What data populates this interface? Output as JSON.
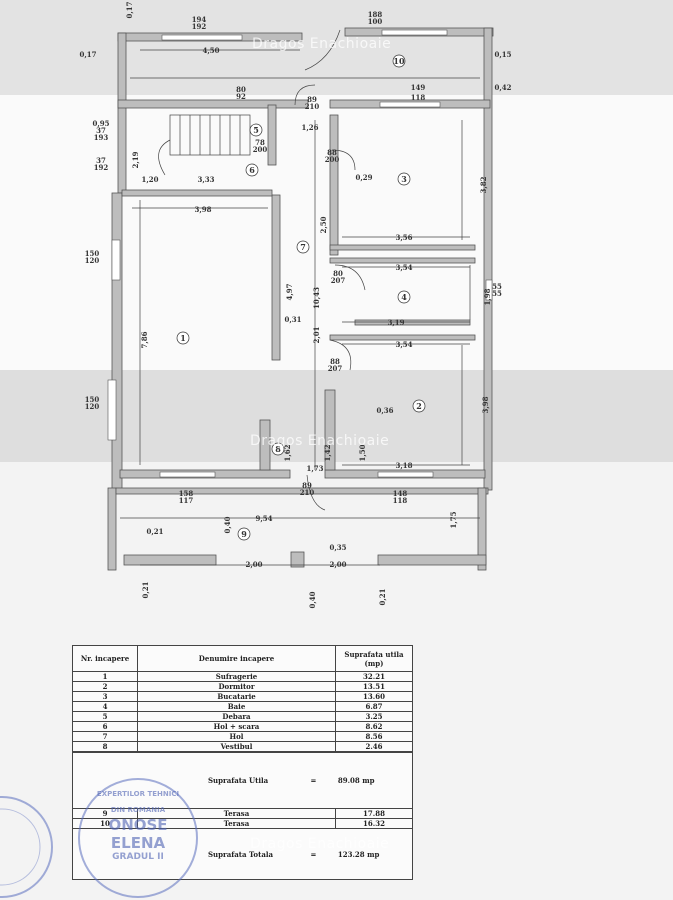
{
  "watermark": "Dragos Enachioaie",
  "plan": {
    "rooms": [
      "1",
      "2",
      "3",
      "4",
      "5",
      "6",
      "7",
      "8",
      "9",
      "10"
    ],
    "dims": [
      "194",
      "192",
      "188",
      "100",
      "0,17",
      "4,50",
      "0,17",
      "0,15",
      "0,42",
      "149",
      "118",
      "80",
      "92",
      "89",
      "210",
      "0,95",
      "37",
      "193",
      "37",
      "192",
      "2,19",
      "1,20",
      "3,33",
      "78",
      "200",
      "1,26",
      "88",
      "200",
      "0,29",
      "3,82",
      "3,98",
      "2,50",
      "3,56",
      "3,54",
      "1,98",
      "55",
      "55",
      "150",
      "120",
      "7,86",
      "0,31",
      "4,97",
      "10,43",
      "80",
      "207",
      "3,19",
      "2,01",
      "3,54",
      "88",
      "207",
      "0,36",
      "3,98",
      "150",
      "120",
      "1,62",
      "1,42",
      "1,50",
      "1,73",
      "3,18",
      "89",
      "210",
      "158",
      "117",
      "148",
      "118",
      "9,54",
      "0,40",
      "1,75",
      "0,21",
      "0,35",
      "2,00",
      "2,00",
      "0,21",
      "0,40",
      "0,21"
    ]
  },
  "table": {
    "headers": {
      "nr": "Nr. incapere",
      "name": "Denumire incapere",
      "area": "Suprafata utila (mp)"
    },
    "rows": [
      {
        "nr": "1",
        "name": "Sufragerie",
        "area": "32.21"
      },
      {
        "nr": "2",
        "name": "Dormitor",
        "area": "13.51"
      },
      {
        "nr": "3",
        "name": "Bucatarie",
        "area": "13.60"
      },
      {
        "nr": "4",
        "name": "Baie",
        "area": "6.87"
      },
      {
        "nr": "5",
        "name": "Debara",
        "area": "3.25"
      },
      {
        "nr": "6",
        "name": "Hol + scara",
        "area": "8.62"
      },
      {
        "nr": "7",
        "name": "Hol",
        "area": "8.56"
      },
      {
        "nr": "8",
        "name": "Vestibul",
        "area": "2.46"
      }
    ],
    "useful": {
      "label": "Suprafata Utila",
      "eq": "=",
      "value": "89.08 mp"
    },
    "terraces": [
      {
        "nr": "9",
        "name": "Terasa",
        "area": "17.88"
      },
      {
        "nr": "10",
        "name": "Terasa",
        "area": "16.32"
      }
    ],
    "total": {
      "label": "Suprafata Totala",
      "eq": "=",
      "value": "123.28 mp"
    }
  },
  "stamp": {
    "lines": [
      "EXPERTILOR TEHNICI",
      "DIN ROMANIA",
      "ONOSE",
      "ELENA",
      "GRADUL II"
    ]
  }
}
